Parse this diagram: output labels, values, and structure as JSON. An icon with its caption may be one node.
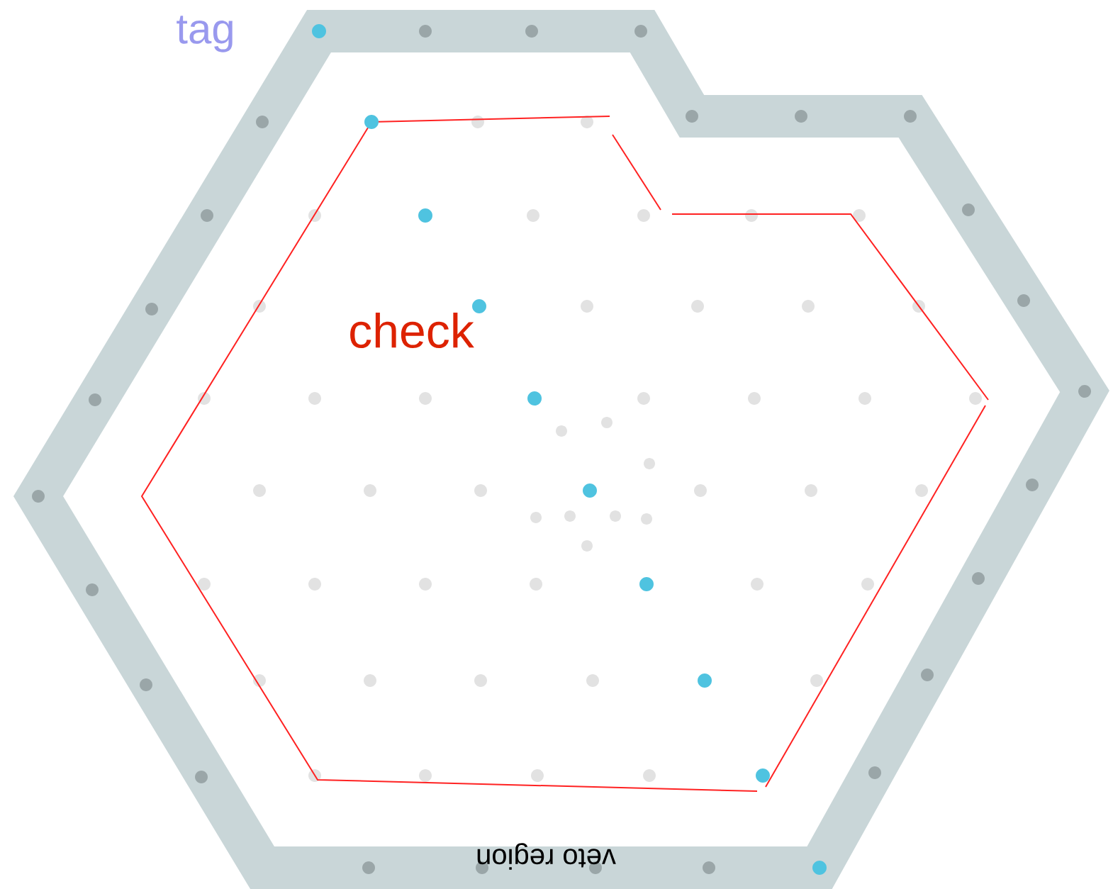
{
  "diagram": {
    "labels": [
      "tag",
      "check",
      "veto region"
    ]
  }
}
